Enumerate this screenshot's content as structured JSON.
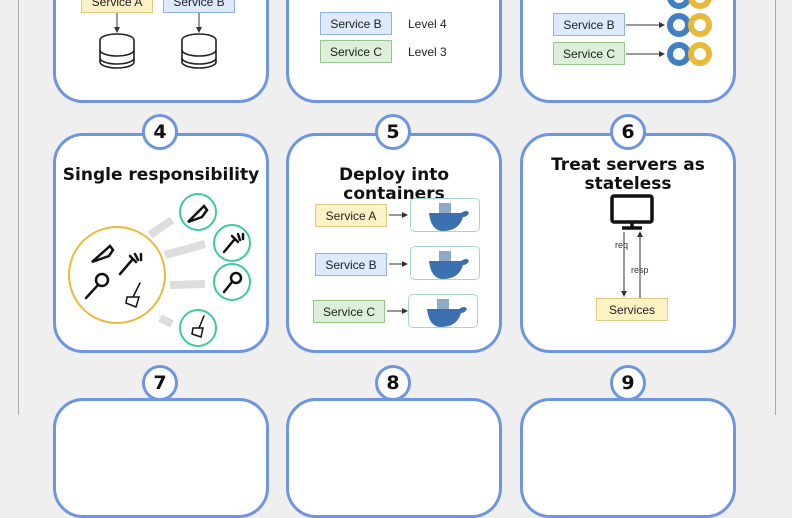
{
  "cards": {
    "c1": {
      "services": [
        "Service A",
        "Service B"
      ]
    },
    "c2": {
      "services": [
        "Service B",
        "Service C"
      ],
      "levels": [
        "Level 4",
        "Level 3"
      ]
    },
    "c3": {
      "services": [
        "Service B",
        "Service C"
      ]
    },
    "c4": {
      "number": "4",
      "title": "Single responsibility"
    },
    "c5": {
      "number": "5",
      "title": "Deploy into containers",
      "services": [
        "Service A",
        "Service B",
        "Service C"
      ]
    },
    "c6": {
      "number": "6",
      "title_line1": "Treat servers as",
      "title_line2": "stateless",
      "req": "req",
      "resp": "resp",
      "service": "Services"
    },
    "c7": {
      "number": "7"
    },
    "c8": {
      "number": "8"
    },
    "c9": {
      "number": "9"
    }
  },
  "colors": {
    "card_border": "#6e95e0",
    "yellow": "#fdf1c6",
    "blue": "#dceafc",
    "green": "#dcefd8",
    "docker": "#3b6fb0",
    "teal": "#3ec7a8",
    "gold": "#e8b93a"
  }
}
